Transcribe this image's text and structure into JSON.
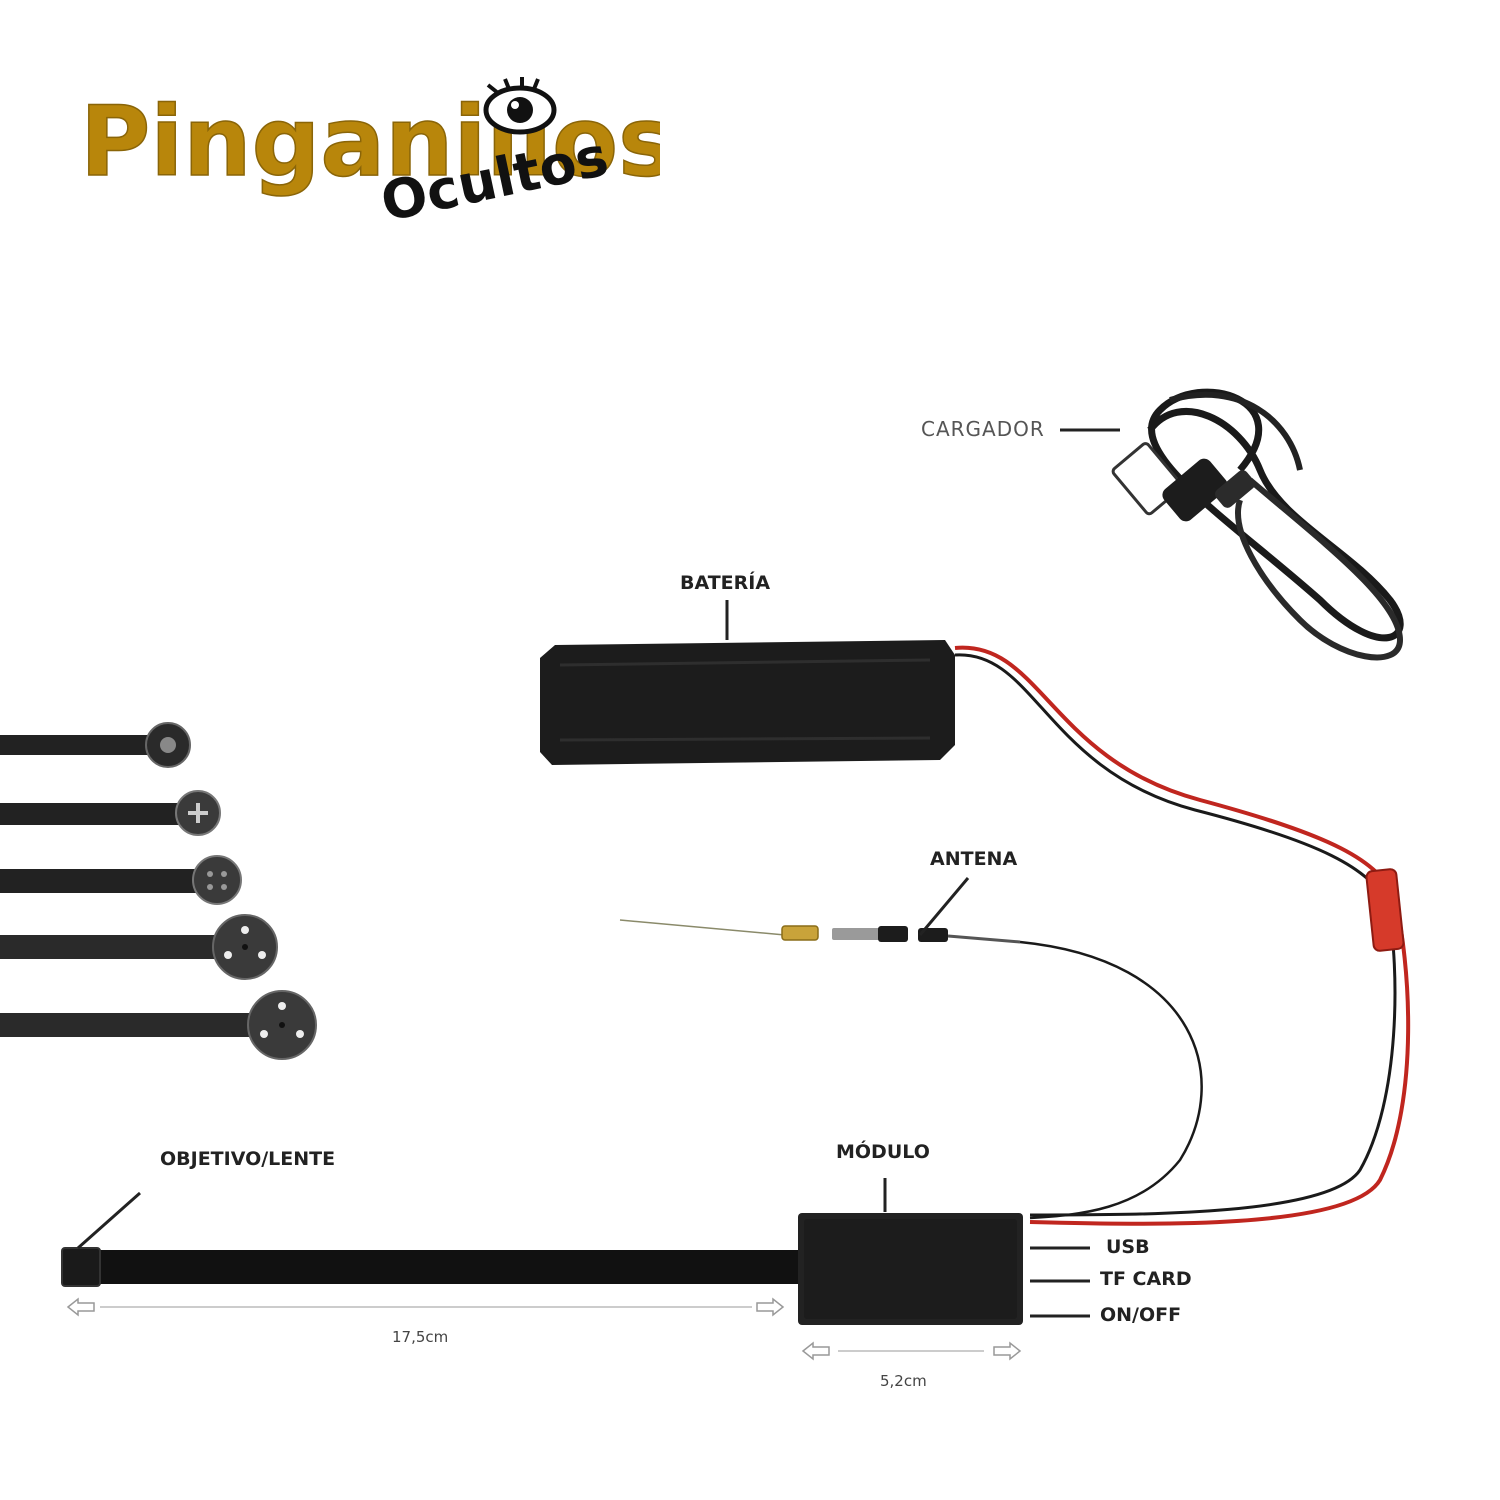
{
  "brand": {
    "name_main": "Pinganillos",
    "name_sub": "Ocultos"
  },
  "labels": {
    "cargador": "CARGADOR",
    "bateria": "BATERÍA",
    "antena": "ANTENA",
    "objetivo": "OBJETIVO/LENTE",
    "modulo": "MÓDULO",
    "usb": "USB",
    "tf_card": "TF CARD",
    "on_off": "ON/OFF"
  },
  "dimensions": {
    "cable_length": "17,5cm",
    "module_width": "5,2cm"
  },
  "colors": {
    "brand_gold": "#b8860b",
    "wire_red": "#c0261f",
    "device_black": "#1c1c1c"
  }
}
